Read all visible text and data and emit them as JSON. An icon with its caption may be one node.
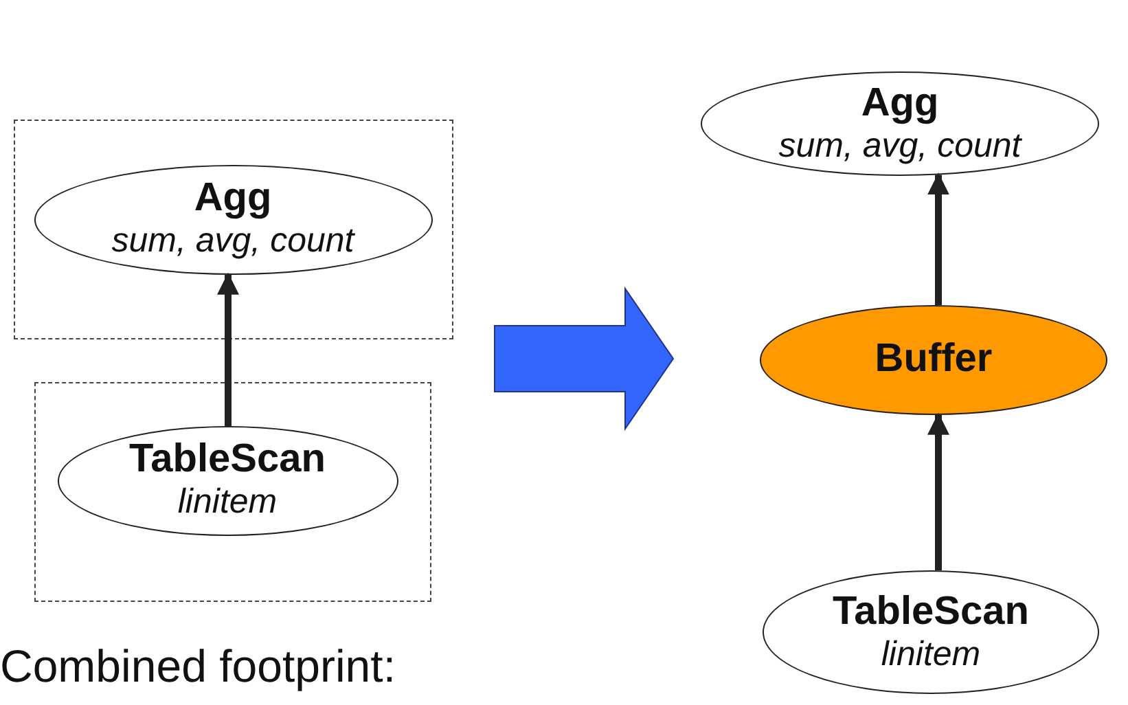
{
  "diagram": {
    "nodes": [
      {
        "text": [],
        "shape": "box"
      },
      {
        "text": [
          "Agg",
          "sum, avg, count"
        ],
        "in": 0
      },
      {
        "text": [],
        "shape": "box"
      },
      {
        "text": [
          "TableScan",
          "linitem"
        ],
        "in": 2
      },
      {
        "text": [
          "Agg",
          "sum, avg, count"
        ]
      },
      {
        "text": [
          "Buffer"
        ]
      },
      {
        "text": [
          "TableScan",
          "linitem"
        ]
      }
    ],
    "edges": [
      {
        "from": 3,
        "to": 1,
        "arrow": "to"
      },
      {
        "from": 5,
        "to": 4,
        "arrow": "to"
      },
      {
        "from": 6,
        "to": 5,
        "arrow": "to"
      }
    ],
    "labels": [
      "Combined footprint:"
    ]
  }
}
